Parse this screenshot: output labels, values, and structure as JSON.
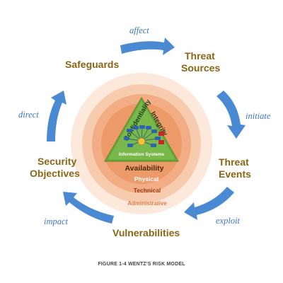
{
  "nodes": {
    "safeguards": "Safeguards",
    "threat_sources_1": "Threat",
    "threat_sources_2": "Sources",
    "threat_events_1": "Threat",
    "threat_events_2": "Events",
    "vulnerabilities": "Vulnerabilities",
    "security_objectives_1": "Security",
    "security_objectives_2": "Objectives"
  },
  "arrows": {
    "affect": "affect",
    "initiate": "initiate",
    "exploit": "exploit",
    "impact": "impact",
    "direct": "direct"
  },
  "rings": {
    "availability": "Availability",
    "physical": "Physical",
    "technical": "Technical",
    "administrative": "Administrative"
  },
  "triangle": {
    "confidentiality": "Confidentiality",
    "integrity": "Integrity",
    "information_systems": "Information Systems"
  },
  "caption": "FIGURE 1-4 WENTZ'S RISK MODEL",
  "colors": {
    "arrow_blue": "#4a8ad2",
    "node_text": "#8a6515",
    "arrow_text": "#3f78c0",
    "triangle_green": "#6aaa3a"
  }
}
